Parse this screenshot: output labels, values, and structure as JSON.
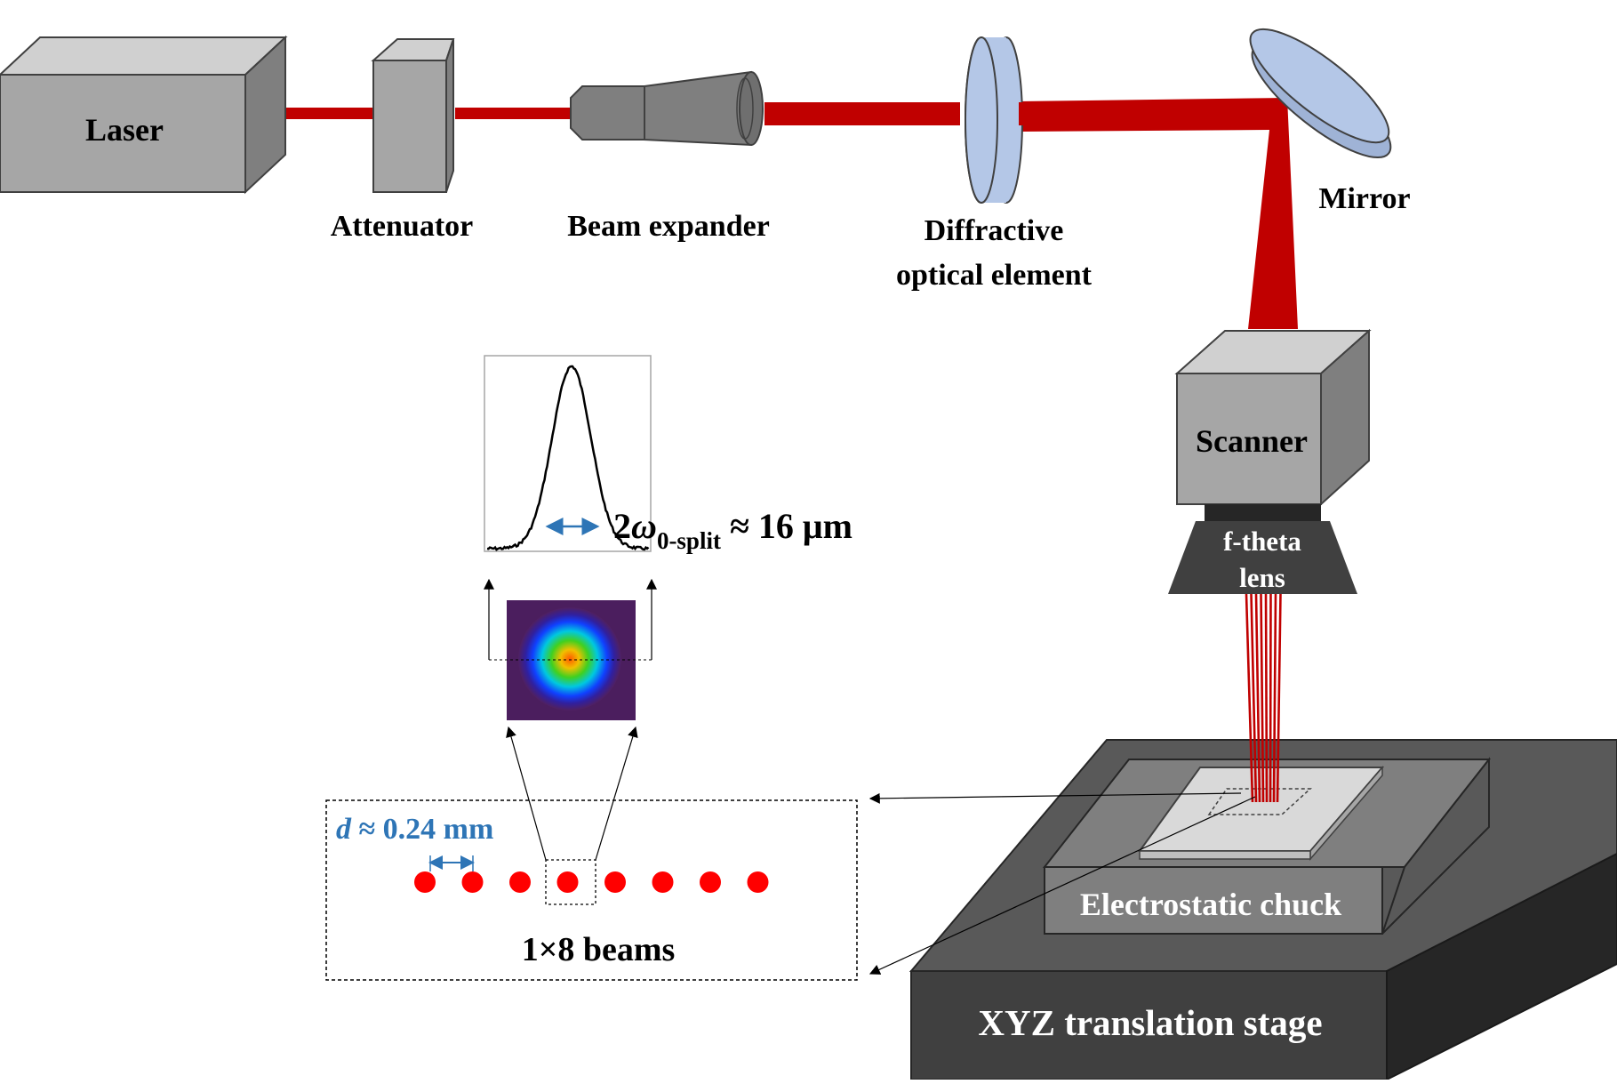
{
  "labels": {
    "laser": "Laser",
    "attenuator": "Attenuator",
    "beam_expander": "Beam expander",
    "doe_line1": "Diffractive",
    "doe_line2": "optical element",
    "mirror": "Mirror",
    "scanner": "Scanner",
    "ftheta_line1": "f-theta",
    "ftheta_line2": "lens",
    "chuck": "Electrostatic chuck",
    "stage": "XYZ translation stage",
    "beams": "1×8 beams"
  },
  "spot_size": {
    "prefix": "2",
    "symbol": "ω",
    "subscript": "0-split",
    "value": " ≈ 16 μm"
  },
  "spacing": {
    "symbol": "d",
    "value": " ≈ 0.24 mm"
  },
  "beam_count": 8,
  "colors": {
    "beam": "#c00000",
    "spot": "#ff0000",
    "box_gray": "#a6a6a6",
    "dark_gray": "#404040",
    "lens_blue": "#b4c7e7",
    "annotation_blue": "#2e75b6"
  }
}
